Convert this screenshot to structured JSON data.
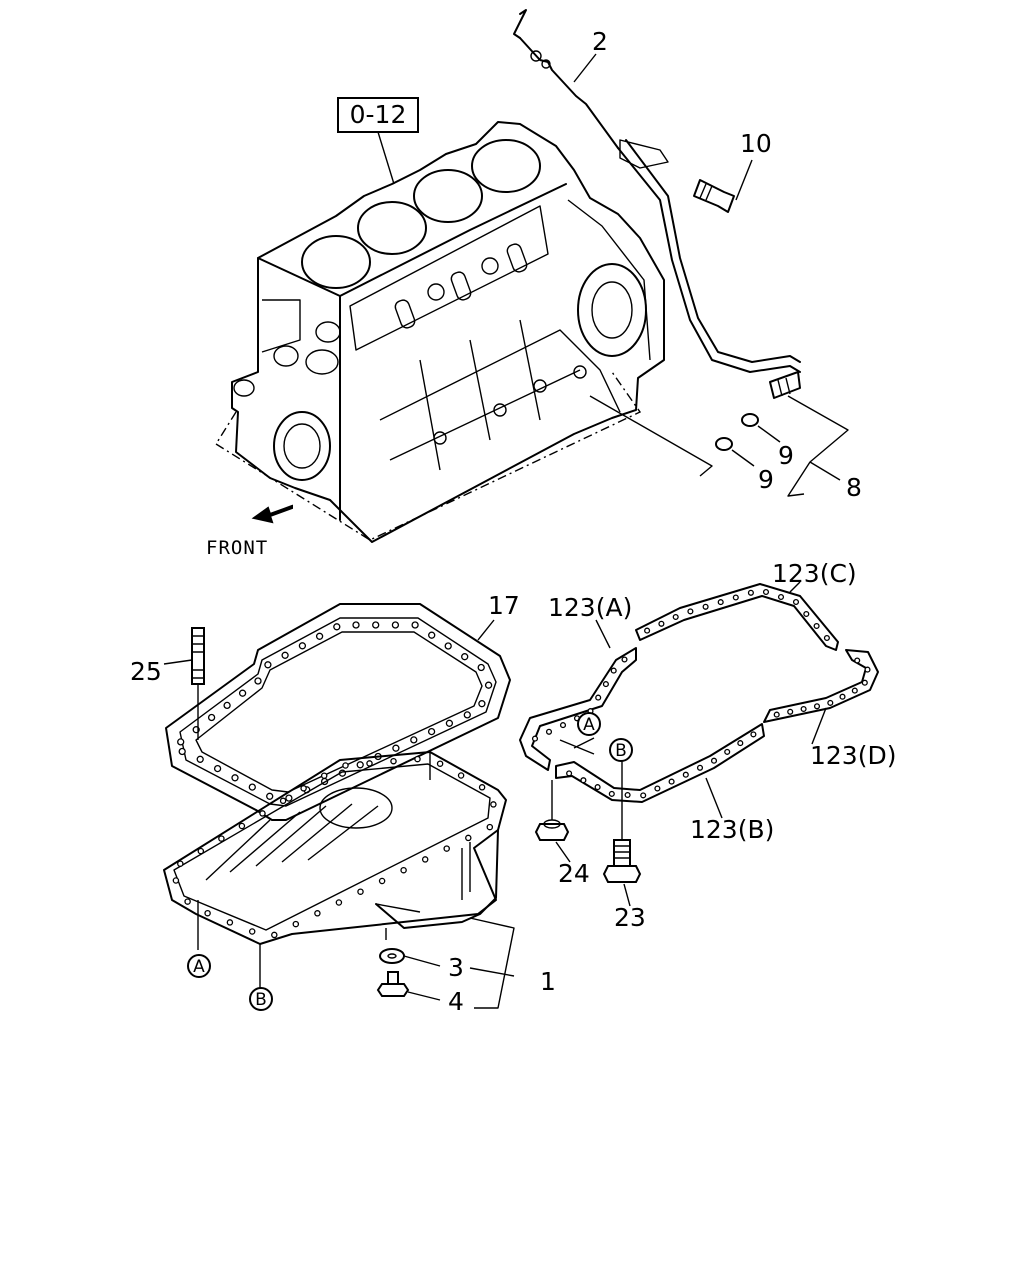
{
  "reference_box": "0-12",
  "front_label": "FRONT",
  "callouts": {
    "c1": "1",
    "c2": "2",
    "c3": "3",
    "c4": "4",
    "c8": "8",
    "c9a": "9",
    "c9b": "9",
    "c10": "10",
    "c17": "17",
    "c23": "23",
    "c24": "24",
    "c25": "25",
    "c123a": "123(A)",
    "c123b": "123(B)",
    "c123c": "123(C)",
    "c123d": "123(D)"
  },
  "markers": {
    "a_left": "A",
    "b_left": "B",
    "a_right": "A",
    "b_right": "B"
  }
}
